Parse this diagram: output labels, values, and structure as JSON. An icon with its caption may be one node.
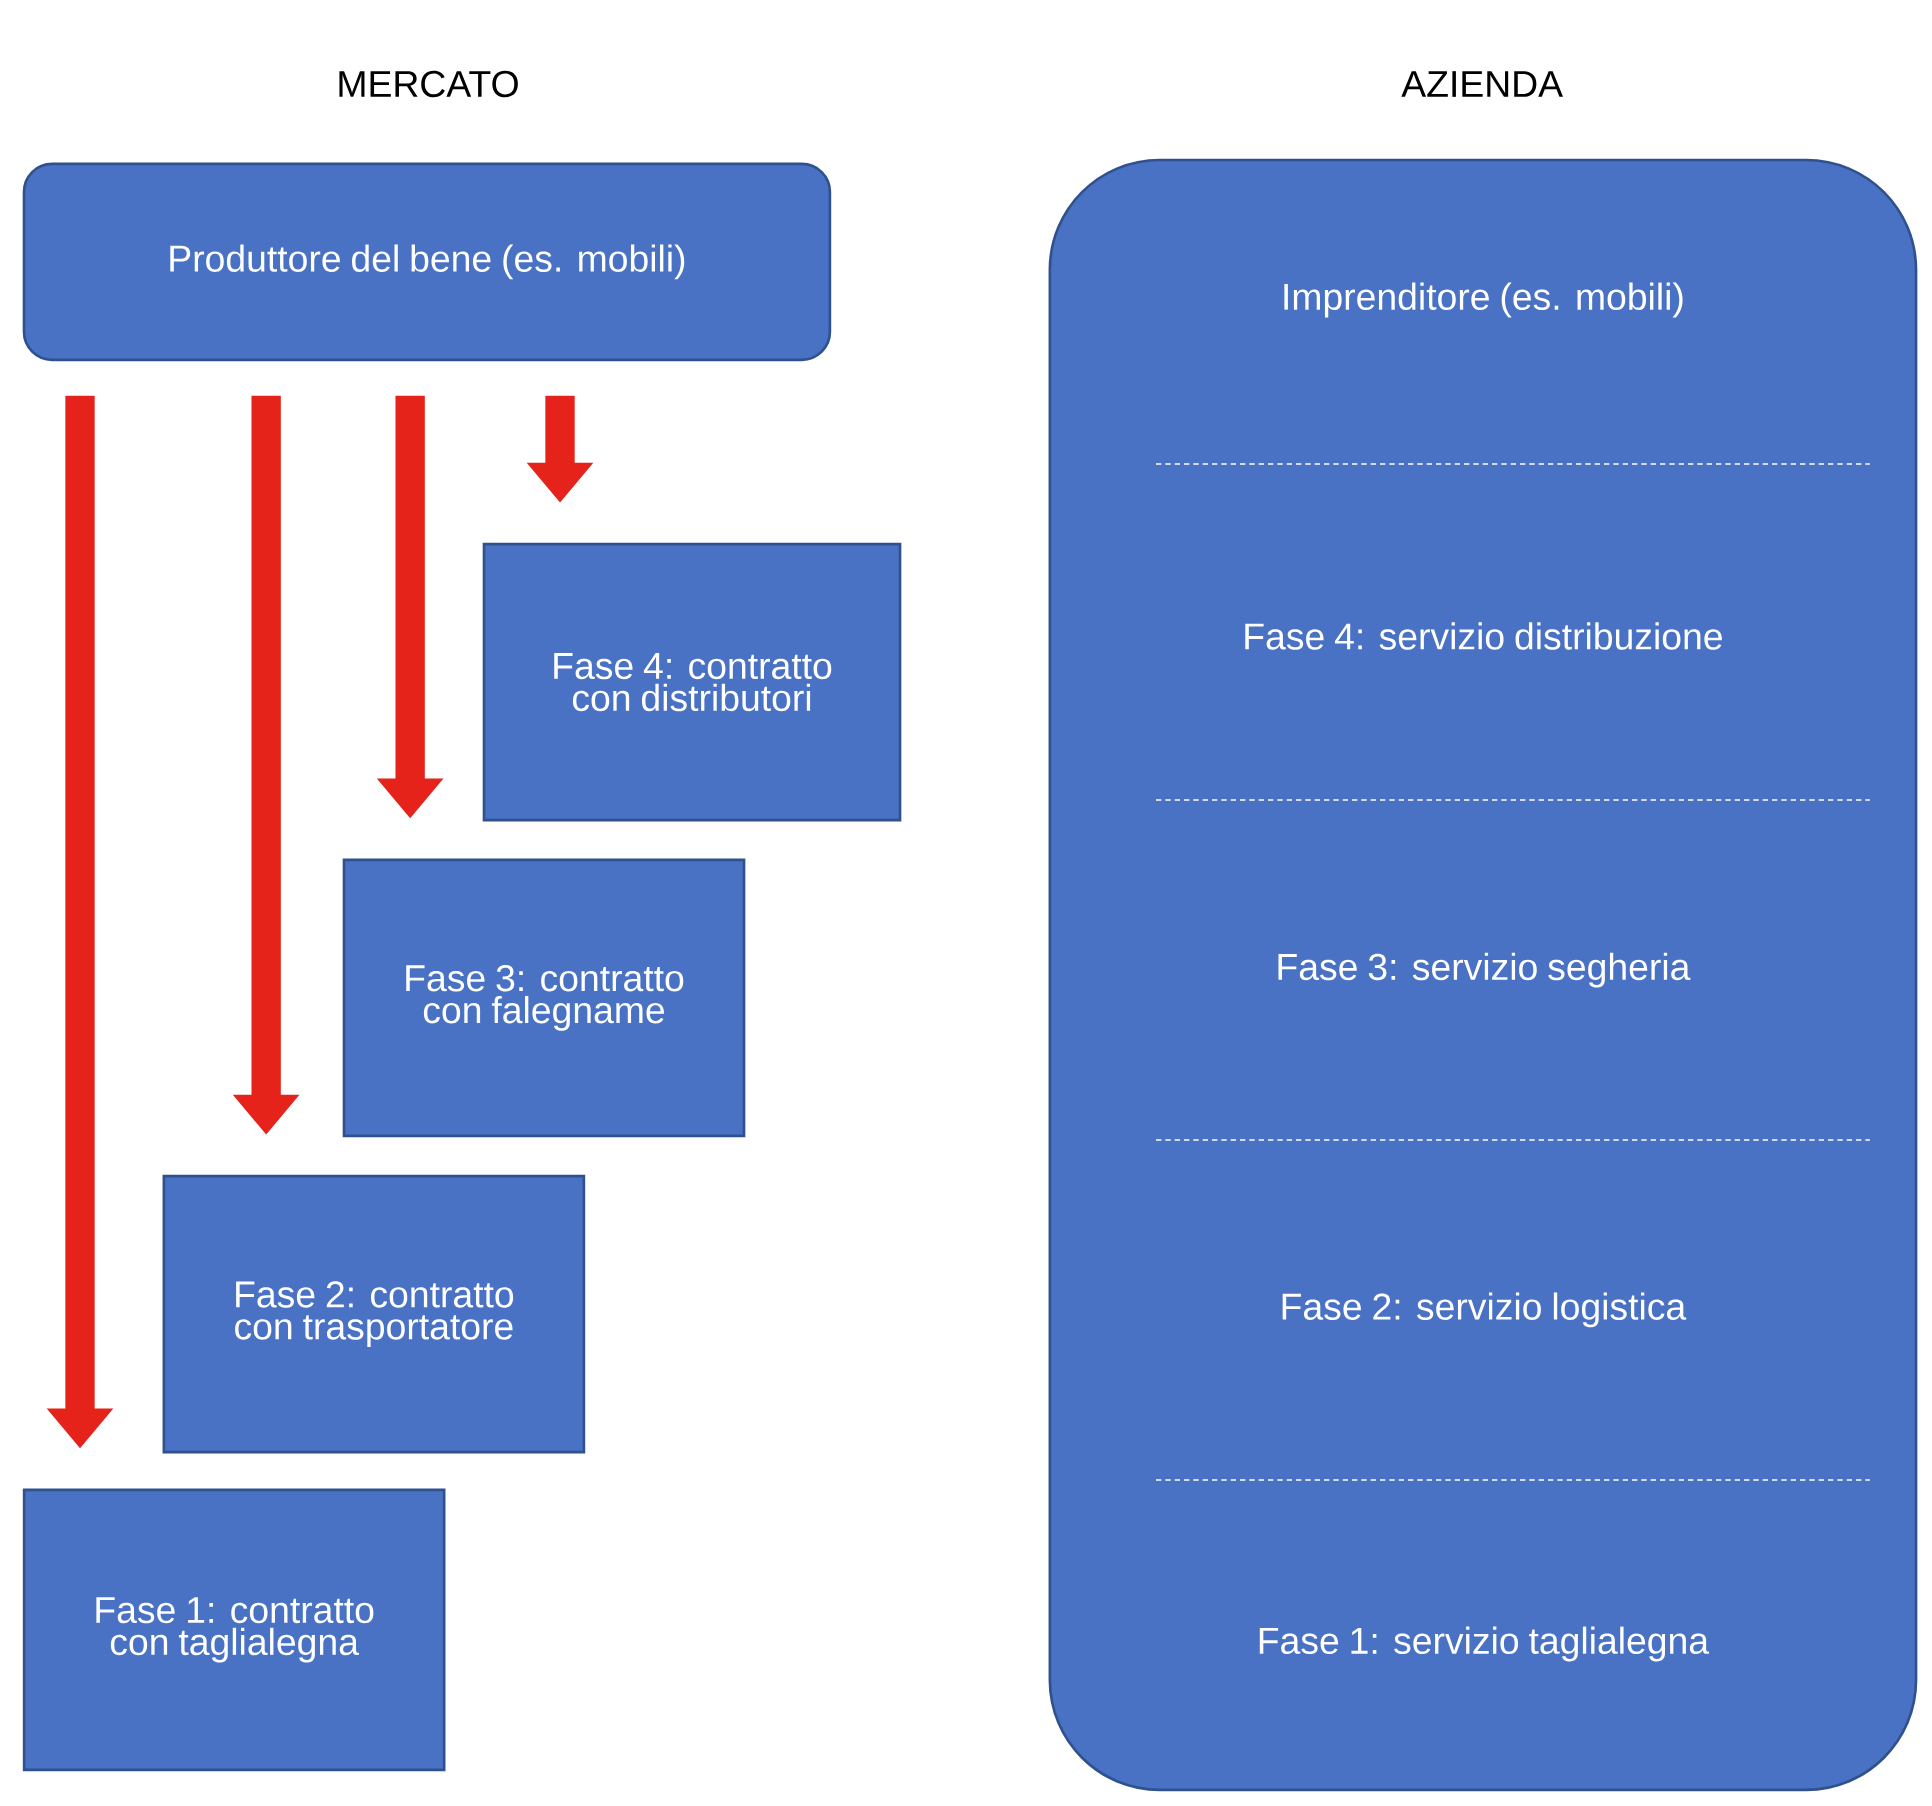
{
  "diagram": {
    "nodes": [
      {
        "text": [
          "Produttore del bene (es. mobili)"
        ]
      },
      {
        "text": [
          "Fase 4: contratto con distributori"
        ]
      },
      {
        "text": [
          "Fase 3: contratto con falegname"
        ]
      },
      {
        "text": [
          "Fase 2: contratto con trasportatore"
        ]
      },
      {
        "text": [
          "Fase 1: contratto con taglialegna"
        ]
      },
      {
        "text": [
          "Imprenditore (es. mobili)",
          "Fase 4: servizio distribuzione",
          "Fase 3: servizio segheria",
          "Fase 2: servizio logistica",
          "Fase 1: servizio taglialegna"
        ]
      }
    ],
    "edges": [
      {
        "from": 0,
        "to": 4,
        "arrow": "to"
      },
      {
        "from": 0,
        "to": 3,
        "arrow": "to"
      },
      {
        "from": 0,
        "to": 2,
        "arrow": "to"
      },
      {
        "from": 0,
        "to": 1,
        "arrow": "to"
      }
    ],
    "labels": [
      "MERCATO",
      "AZIENDA"
    ]
  }
}
